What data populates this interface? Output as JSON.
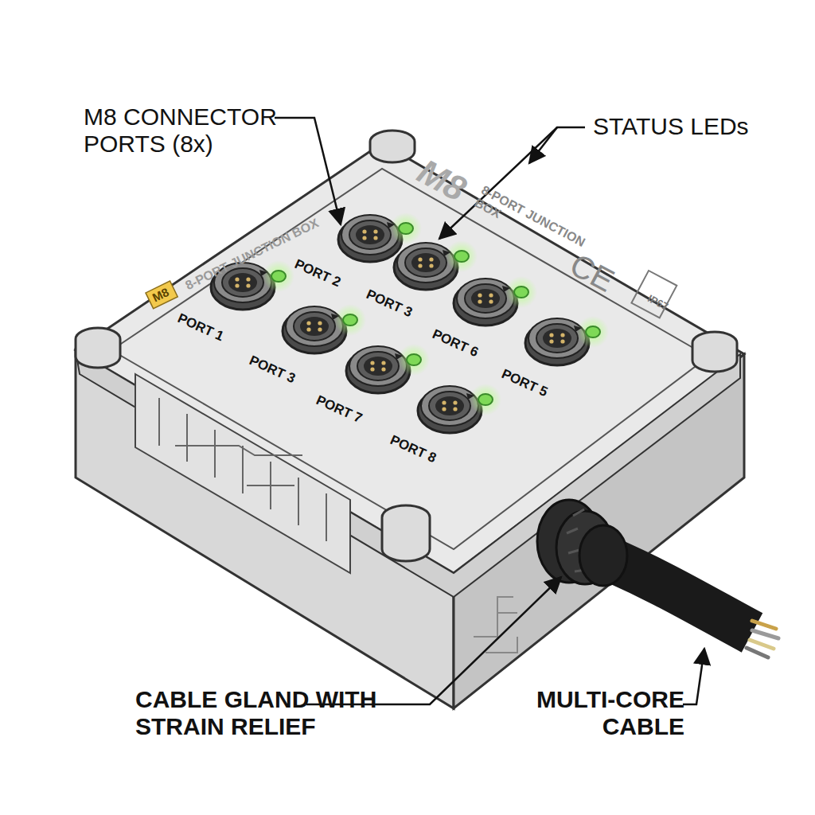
{
  "diagram": {
    "labels": [
      "M8 CONNECTOR PORTS (8x)",
      "STATUS LEDs",
      "CABLE GLAND WITH STRAIN RELIEF",
      "MULTI-CORE CABLE",
      "M8",
      "8-PORT JUNCTION BOX",
      "M8",
      "8-PORT JUNCTION BOX",
      "CE",
      "IP67",
      "PORT 2",
      "PORT 1",
      "PORT 3",
      "PORT 3",
      "PORT 6",
      "PORT 5",
      "PORT 7",
      "PORT 8"
    ]
  }
}
